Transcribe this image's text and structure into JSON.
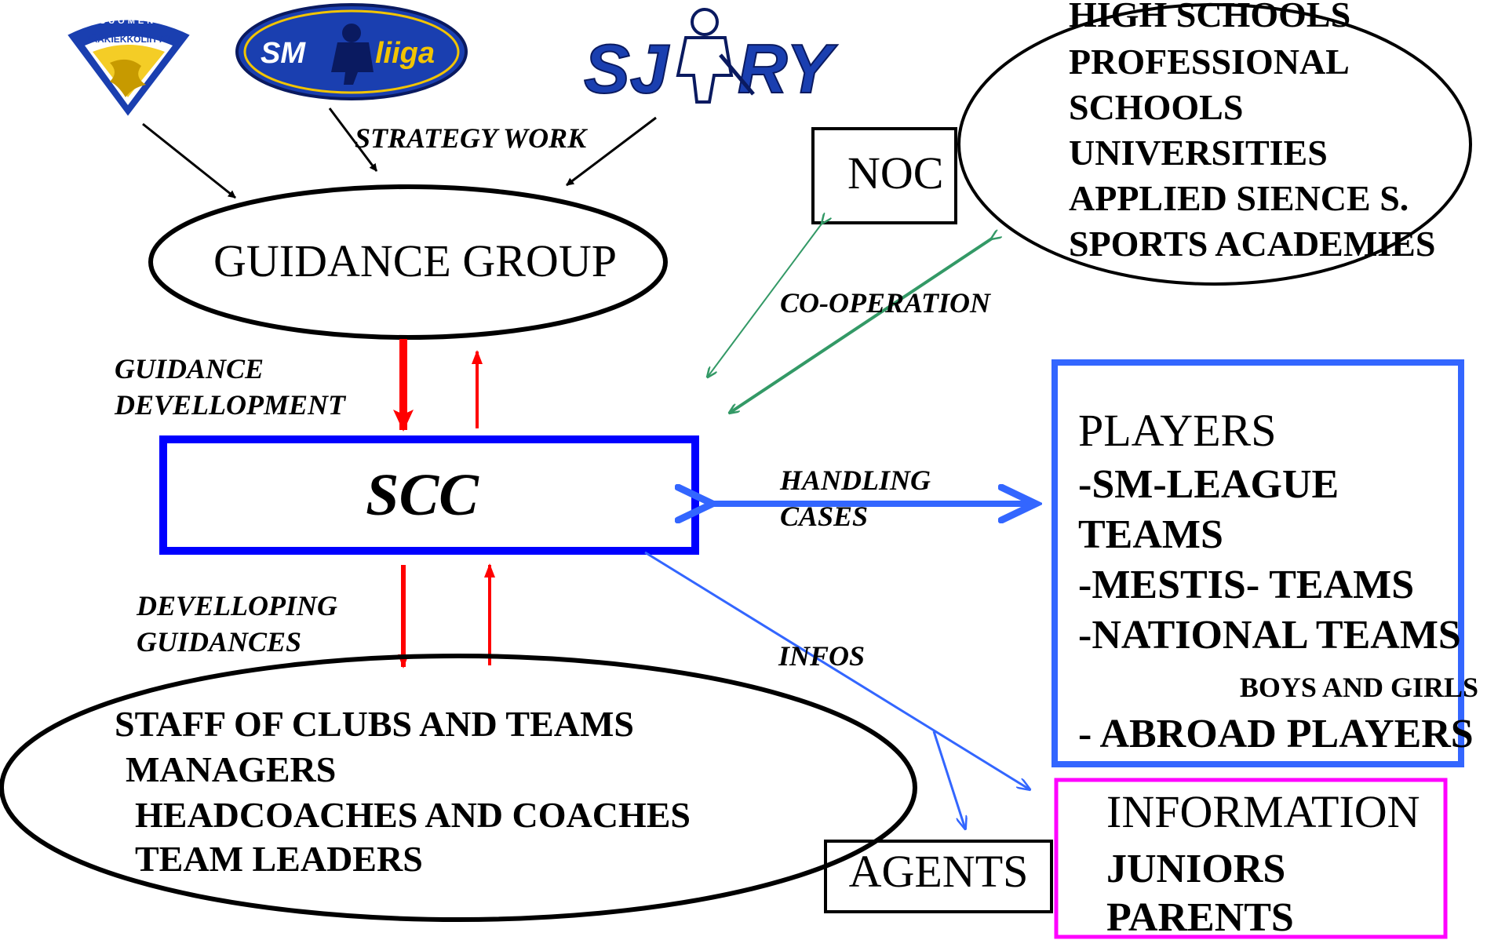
{
  "logos": {
    "finnish_federation": {
      "arc_text": "SUOMEN",
      "banner_text": "JÄÄKIEKKOLIITTO"
    },
    "sm_liiga": {
      "left": "SM",
      "right": "liiga"
    },
    "sjry": {
      "left": "SJ",
      "right": "RY"
    }
  },
  "labels": {
    "strategy_work": "STRATEGY WORK",
    "guidance_line1": "GUIDANCE",
    "guidance_line2": "DEVELLOPMENT",
    "develloping_line1": "DEVELLOPING",
    "develloping_line2": "GUIDANCES",
    "cooperation": "CO-OPERATION",
    "handling_line1": "HANDLING",
    "handling_line2": "CASES",
    "infos": "INFOS"
  },
  "nodes": {
    "guidance_group": "GUIDANCE GROUP",
    "scc": "SCC",
    "noc": "NOC",
    "agents": "AGENTS",
    "schools": [
      "HIGH SCHOOLS",
      "PROFESSIONAL",
      "SCHOOLS",
      "UNIVERSITIES",
      "APPLIED SIENCE S.",
      "SPORTS ACADEMIES"
    ],
    "players": {
      "title": "PLAYERS",
      "lines": [
        "-SM-LEAGUE",
        "TEAMS",
        "-MESTIS- TEAMS",
        "-NATIONAL TEAMS"
      ],
      "note": "BOYS AND GIRLS",
      "last": "- ABROAD PLAYERS"
    },
    "information": {
      "title": "INFORMATION",
      "lines": [
        "JUNIORS",
        "PARENTS"
      ]
    },
    "staff": [
      "STAFF OF CLUBS AND TEAMS",
      "MANAGERS",
      "HEADCOACHES AND COACHES",
      "TEAM LEADERS"
    ]
  },
  "colors": {
    "black": "#000000",
    "red_arrow": "#ff0000",
    "scc_border": "#0000ff",
    "players_border": "#3366ff",
    "blue_arrow": "#3366ff",
    "green_arrow": "#339966",
    "information_border": "#ff00ff",
    "logo_blue": "#1a3fb0",
    "logo_yellow": "#f2c400"
  }
}
